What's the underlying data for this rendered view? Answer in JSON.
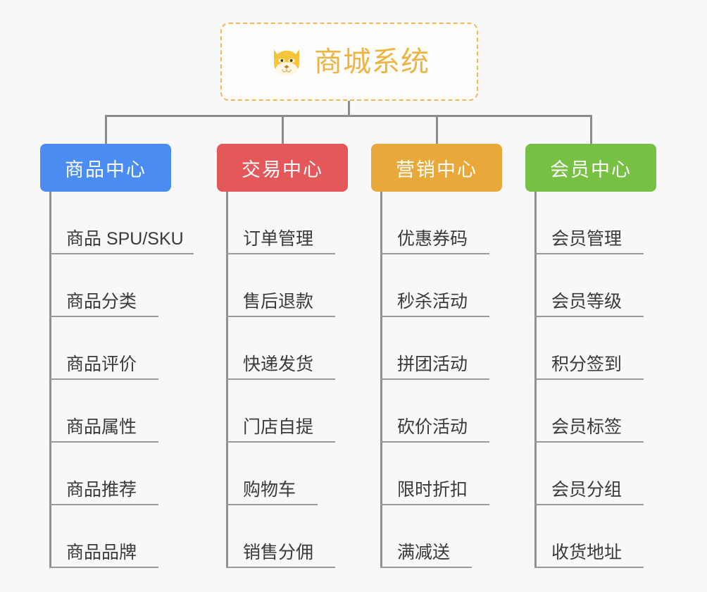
{
  "diagram": {
    "title": "商城系统",
    "root_icon": "shiba-dog-face-icon",
    "colors": {
      "background": "#f8f8f8",
      "root_border": "#f0b755",
      "root_text": "#eeb443",
      "connector": "#8c8c8c",
      "leaf_text": "#3a3a3a",
      "leaf_rule": "#9a9a9a"
    },
    "branches": [
      {
        "label": "商品中心",
        "color": "#4a8cf0",
        "width": 186,
        "items": [
          "商品 SPU/SKU",
          "商品分类",
          "商品评价",
          "商品属性",
          "商品推荐",
          "商品品牌"
        ]
      },
      {
        "label": "交易中心",
        "color": "#e4585a",
        "width": 186,
        "items": [
          "订单管理",
          "售后退款",
          "快递发货",
          "门店自提",
          "购物车",
          "销售分佣"
        ]
      },
      {
        "label": "营销中心",
        "color": "#e9a93a",
        "width": 186,
        "items": [
          "优惠券码",
          "秒杀活动",
          "拼团活动",
          "砍价活动",
          "限时折扣",
          "满减送"
        ]
      },
      {
        "label": "会员中心",
        "color": "#76c043",
        "width": 186,
        "items": [
          "会员管理",
          "会员等级",
          "积分签到",
          "会员标签",
          "会员分组",
          "收货地址"
        ]
      }
    ]
  }
}
